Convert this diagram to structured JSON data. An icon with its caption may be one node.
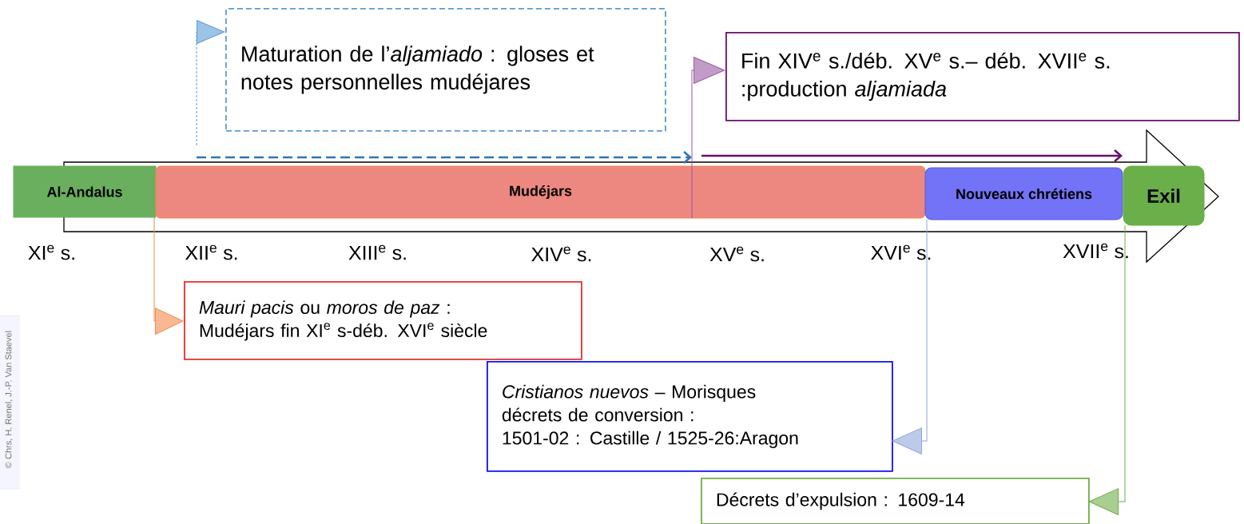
{
  "diagram": {
    "nodes": [
      {
        "text": [
          "Al-Andalus"
        ]
      },
      {
        "text": [
          "Mudéjars"
        ]
      },
      {
        "text": [
          "Nouveaux chrétiens"
        ]
      },
      {
        "text": [
          "Exil"
        ]
      },
      {
        "text": [
          "Maturation de l’*aljamiado* : gloses et notes personnelles mudéjares"
        ]
      },
      {
        "text": [
          "Fin XIV$^{e}$ s./déb. XV$^{e}$ s.– déb. XVII$^{e}$ s. :production *aljamiada*"
        ]
      },
      {
        "text": [
          "*Mauri pacis* ou *moros de paz* :",
          "Mudéjars fin XI$^{e}$ s-déb. XVI$^{e}$ siècle"
        ]
      },
      {
        "text": [
          "*Cristianos nuevos* – Morisques",
          "décrets de conversion :",
          "1501-02 :  Castille / 1525-26:Aragon"
        ]
      },
      {
        "text": [
          "Décrets d’expulsion : 1609-14"
        ]
      }
    ],
    "edges": [
      {
        "from": null,
        "to": 4,
        "arrow": "to",
        "style": "dashed",
        "color": "#5b9bd5"
      },
      {
        "from": 1,
        "to": 5,
        "arrow": "to",
        "color": "#9b59a5"
      },
      {
        "from": 0,
        "to": 6,
        "arrow": "to",
        "color": "#f08a4b"
      },
      {
        "from": 2,
        "to": 7,
        "arrow": "to",
        "color": "#8fa8d8"
      },
      {
        "from": 3,
        "to": 8,
        "arrow": "to",
        "color": "#70ad47"
      }
    ],
    "labels": [
      "XI$^{e}$ s.",
      "XII$^{e}$ s.",
      "XIII$^{e}$ s.",
      "XIV$^{e}$ s.",
      "XV$^{e}$ s.",
      "XVI$^{e}$ s.",
      "XVII$^{e}$ s.",
      "© Chrs, H. Renel, J.-P. Van Staevel"
    ]
  }
}
